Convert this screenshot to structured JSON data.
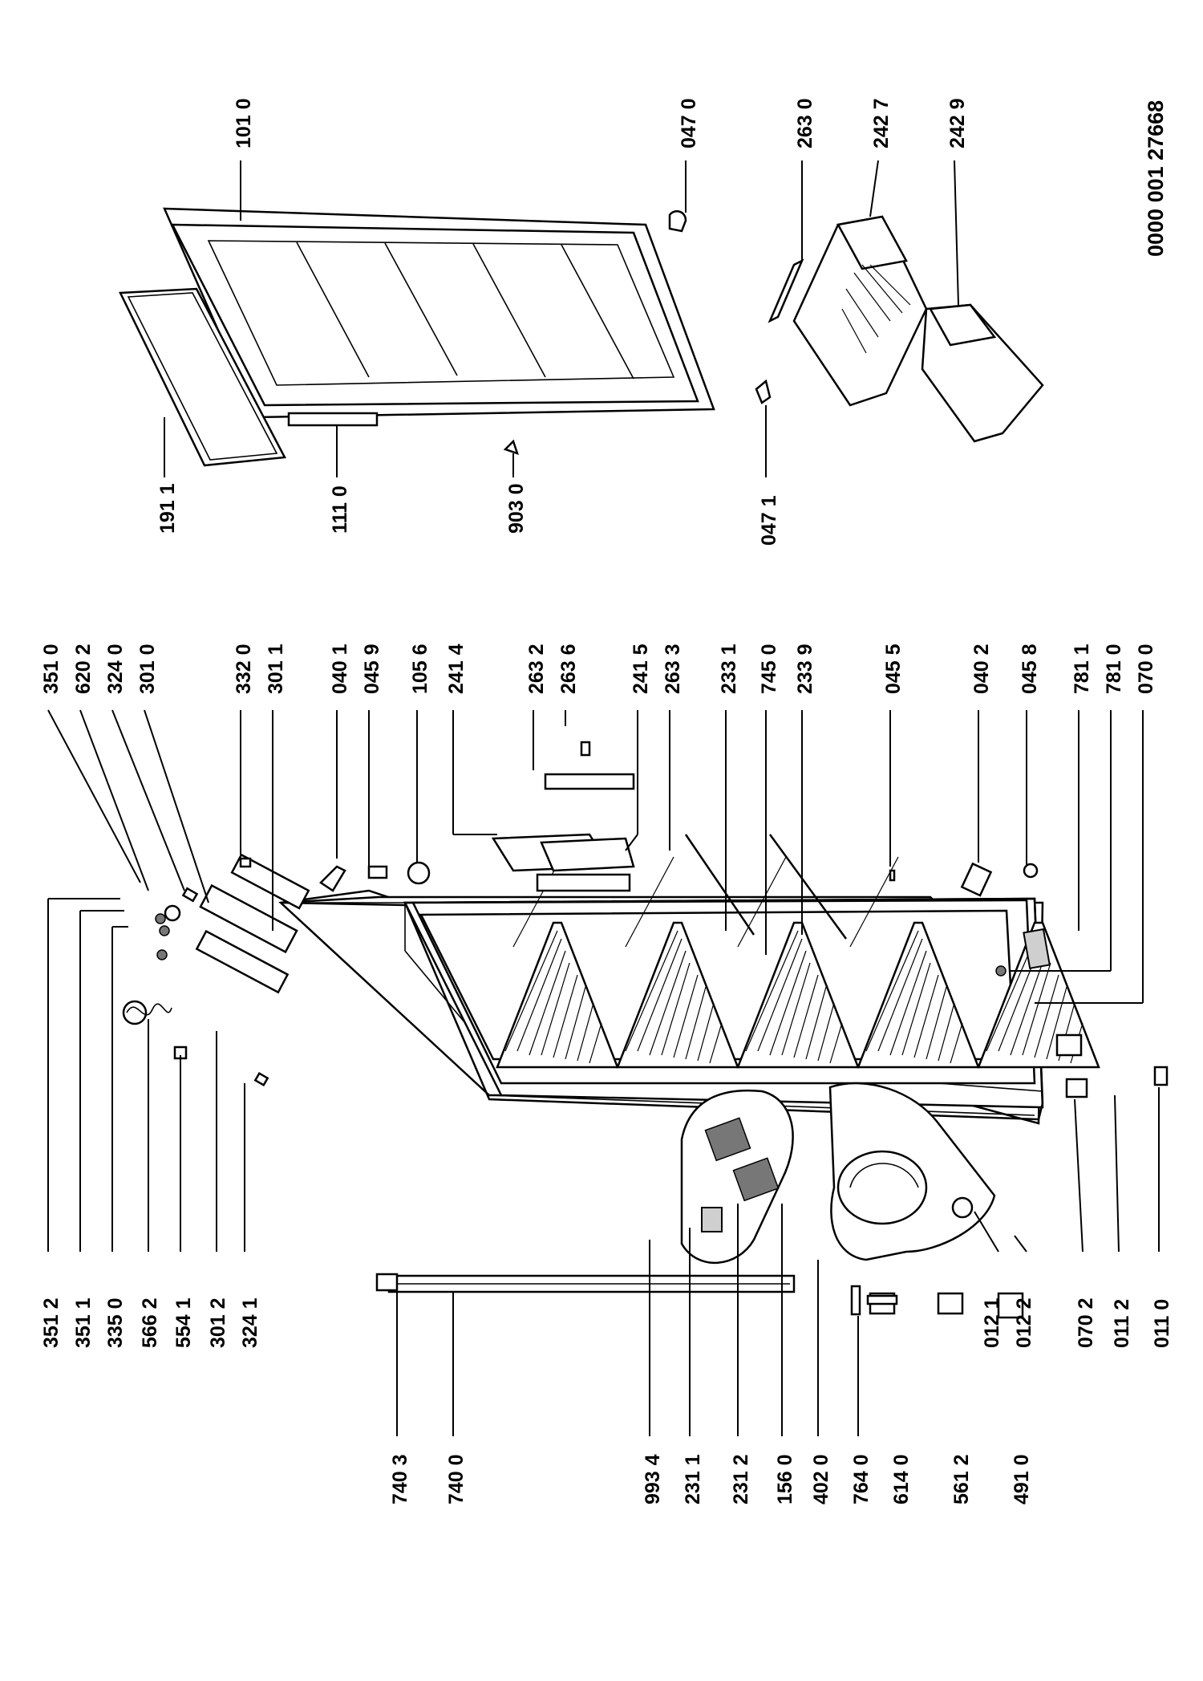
{
  "document_id": "0000 001 27668",
  "labels": [
    "351 2",
    "351 1",
    "335 0",
    "566 2",
    "554 1",
    "301 2",
    "324 1",
    "351 0",
    "620 2",
    "324 0",
    "301 0",
    "332 0",
    "301 1",
    "040 1",
    "045 9",
    "105 6",
    "241 4",
    "263 2",
    "263 6",
    "241 5",
    "263 3",
    "233 1",
    "745 0",
    "233 9",
    "045 5",
    "040 2",
    "045 8",
    "781 1",
    "781 0",
    "070 0",
    "740 3",
    "740 0",
    "993 4",
    "231 1",
    "231 2",
    "156 0",
    "402 0",
    "764 0",
    "614 0",
    "561 2",
    "491 0",
    "012 1",
    "012 2",
    "070 2",
    "011 2",
    "011 0",
    "191 1",
    "111 0",
    "903 0",
    "047 1",
    "101 0",
    "047 0",
    "263 0",
    "242 7",
    "242 9"
  ]
}
